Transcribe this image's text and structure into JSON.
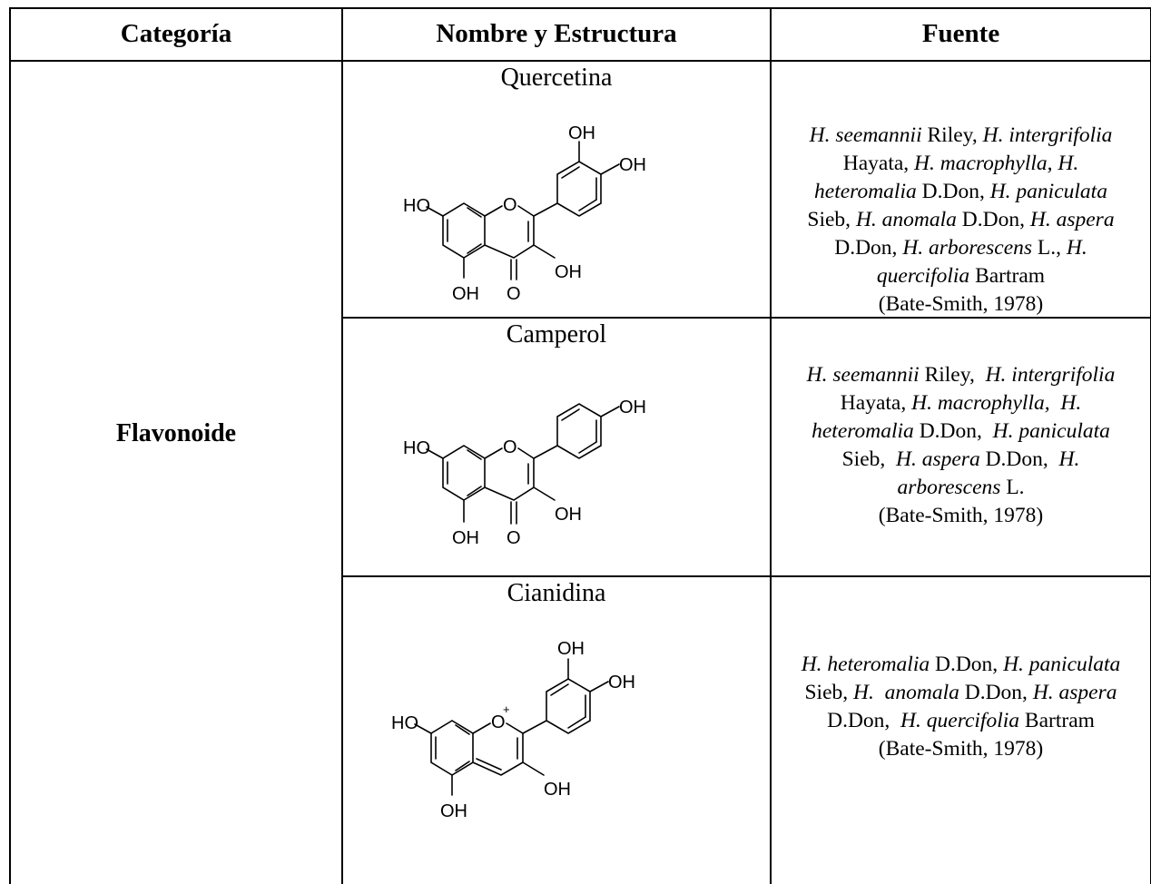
{
  "table": {
    "headers": {
      "category": "Categoría",
      "name_structure": "Nombre y Estructura",
      "source": "Fuente"
    },
    "category_value": "Flavonoide",
    "rows": [
      {
        "name": "Quercetina",
        "atoms": {
          "oh1": "OH",
          "oh2": "OH",
          "ho": "HO",
          "o_ring": "O",
          "oh3": "OH",
          "oh4": "OH",
          "o_keto": "O"
        },
        "source_lines": [
          [
            {
              "t": "H. seemannii",
              "i": true
            },
            {
              "t": " Riley, ",
              "i": false
            },
            {
              "t": "H. intergrifolia",
              "i": true
            }
          ],
          [
            {
              "t": "Hayata, ",
              "i": false
            },
            {
              "t": "H. macrophylla, H.",
              "i": true
            }
          ],
          [
            {
              "t": "heteromalia",
              "i": true
            },
            {
              "t": " D.Don, ",
              "i": false
            },
            {
              "t": "H. paniculata",
              "i": true
            }
          ],
          [
            {
              "t": "Sieb, ",
              "i": false
            },
            {
              "t": "H. anomala",
              "i": true
            },
            {
              "t": " D.Don, ",
              "i": false
            },
            {
              "t": "H. aspera",
              "i": true
            }
          ],
          [
            {
              "t": "D.Don, ",
              "i": false
            },
            {
              "t": "H. arborescens",
              "i": true
            },
            {
              "t": " L., ",
              "i": false
            },
            {
              "t": "H.",
              "i": true
            }
          ],
          [
            {
              "t": "quercifolia",
              "i": true
            },
            {
              "t": " Bartram",
              "i": false
            }
          ],
          [
            {
              "t": "(Bate-Smith, 1978)",
              "i": false
            }
          ]
        ]
      },
      {
        "name": "Camperol",
        "atoms": {
          "oh1": "OH",
          "ho": "HO",
          "o_ring": "O",
          "oh3": "OH",
          "oh4": "OH",
          "o_keto": "O"
        },
        "source_lines": [
          [
            {
              "t": "H. seemannii",
              "i": true
            },
            {
              "t": " Riley,  ",
              "i": false
            },
            {
              "t": "H. intergrifolia",
              "i": true
            }
          ],
          [
            {
              "t": "Hayata, ",
              "i": false
            },
            {
              "t": "H. macrophylla,  H.",
              "i": true
            }
          ],
          [
            {
              "t": "heteromalia",
              "i": true
            },
            {
              "t": " D.Don,  ",
              "i": false
            },
            {
              "t": "H. paniculata",
              "i": true
            }
          ],
          [
            {
              "t": "Sieb,  ",
              "i": false
            },
            {
              "t": "H. aspera",
              "i": true
            },
            {
              "t": " D.Don,  ",
              "i": false
            },
            {
              "t": "H.",
              "i": true
            }
          ],
          [
            {
              "t": "arborescens",
              "i": true
            },
            {
              "t": " L.",
              "i": false
            }
          ],
          [
            {
              "t": "(Bate-Smith, 1978)",
              "i": false
            }
          ]
        ]
      },
      {
        "name": "Cianidina",
        "atoms": {
          "oh1": "OH",
          "oh2": "OH",
          "ho": "HO",
          "o_ring": "O",
          "plus": "+",
          "oh3": "OH",
          "oh4": "OH"
        },
        "source_lines": [
          [
            {
              "t": "H. heteromalia",
              "i": true
            },
            {
              "t": " D.Don, ",
              "i": false
            },
            {
              "t": "H. paniculata",
              "i": true
            }
          ],
          [
            {
              "t": "Sieb, ",
              "i": false
            },
            {
              "t": "H.  anomala",
              "i": true
            },
            {
              "t": " D.Don, ",
              "i": false
            },
            {
              "t": "H. aspera",
              "i": true
            }
          ],
          [
            {
              "t": "D.Don,  ",
              "i": false
            },
            {
              "t": "H. quercifolia",
              "i": true
            },
            {
              "t": " Bartram",
              "i": false
            }
          ],
          [
            {
              "t": "(Bate-Smith, 1978)",
              "i": false
            }
          ]
        ]
      }
    ]
  }
}
